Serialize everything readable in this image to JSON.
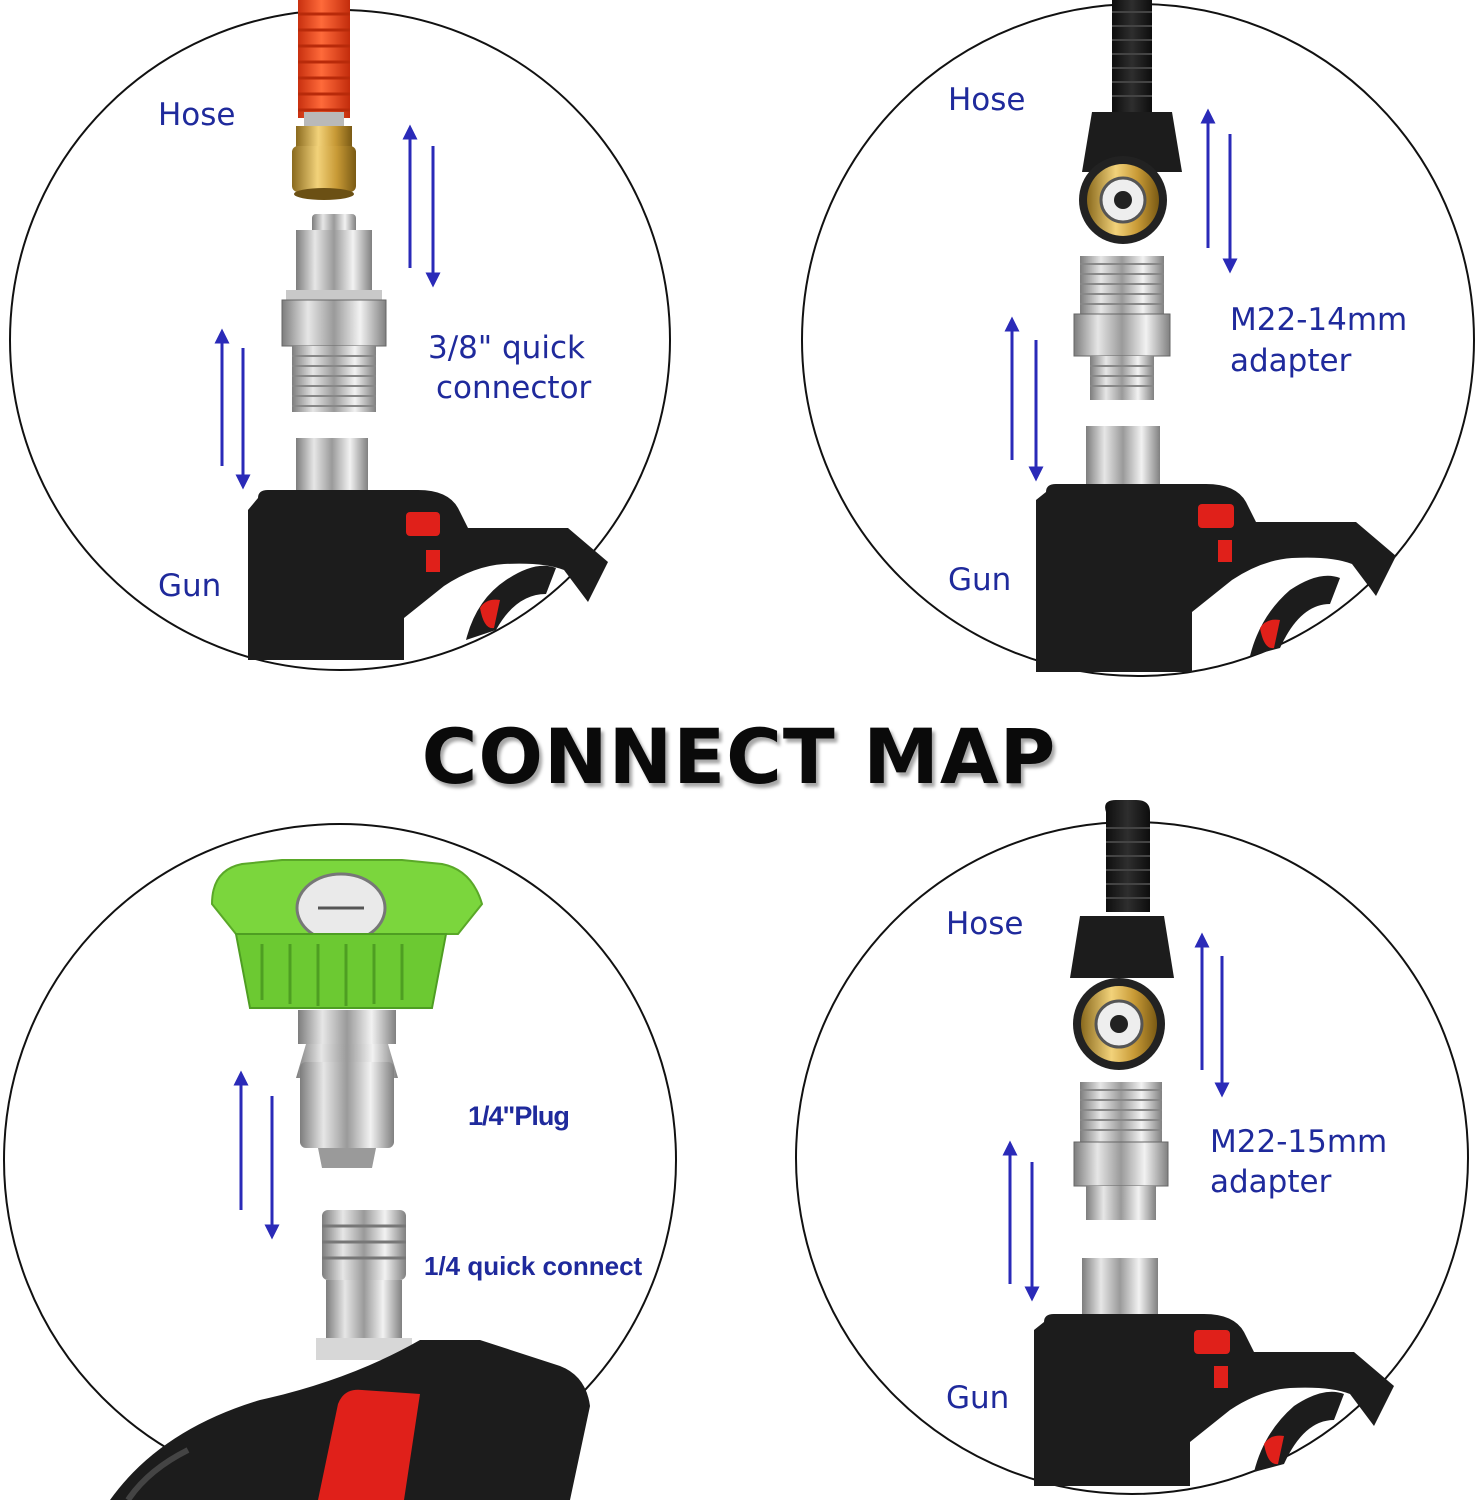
{
  "title": "CONNECT MAP",
  "panels": {
    "top_left": {
      "hose": "Hose",
      "part_line1": "3/8\" quick",
      "part_line2": "connector",
      "gun": "Gun"
    },
    "top_right": {
      "hose": "Hose",
      "part_line1": "M22-14mm",
      "part_line2": "adapter",
      "gun": "Gun"
    },
    "bottom_left": {
      "plug": "1/4\"Plug",
      "connect": "1/4 quick connect"
    },
    "bottom_right": {
      "hose": "Hose",
      "part_line1": "M22-15mm",
      "part_line2": "adapter",
      "gun": "Gun"
    }
  },
  "colors": {
    "label_blue": "#1f2a9c",
    "arrow_blue": "#2a2ab8",
    "hose_red": "#f0411f",
    "nozzle_green": "#7bd63d",
    "gun_black": "#1c1c1c",
    "accent_red": "#e0201a"
  }
}
